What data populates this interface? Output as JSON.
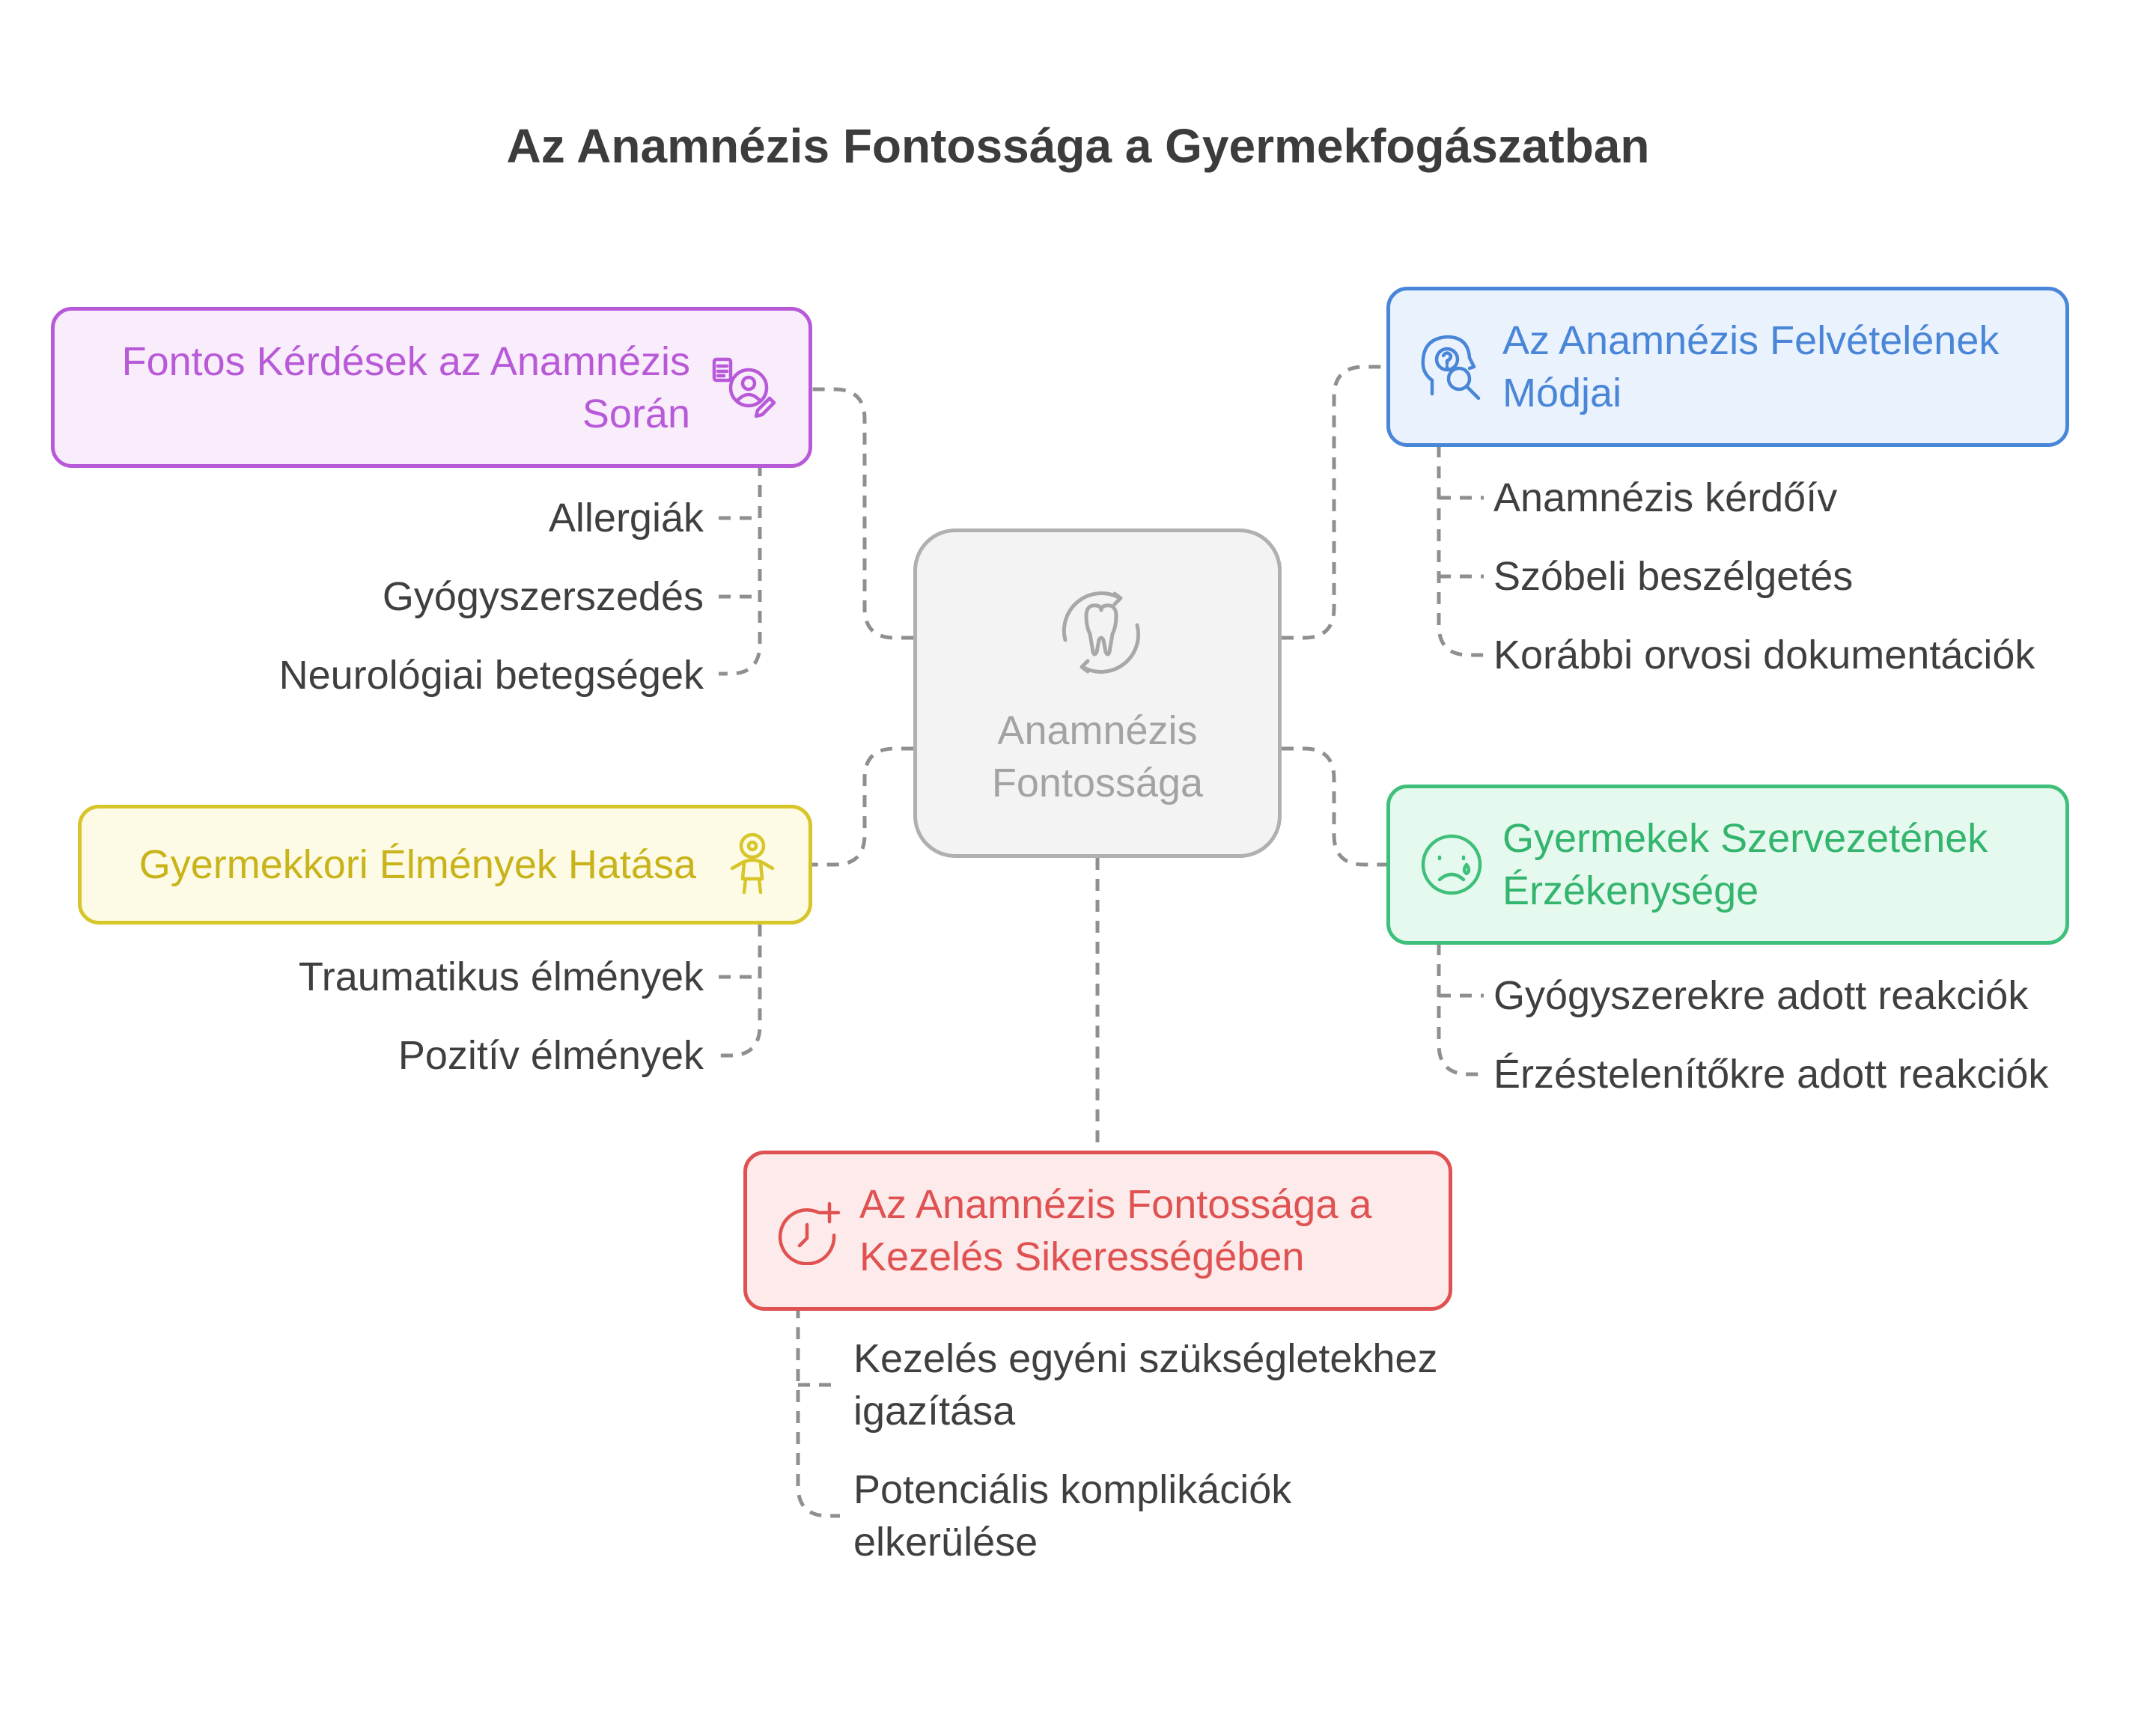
{
  "title": "Az Anamnézis Fontossága a Gyermekfogászatban",
  "colors": {
    "purple": "#b85ad8",
    "blue": "#4a86d8",
    "yellow": "#d7c52a",
    "green": "#3fc07a",
    "red": "#e05252",
    "gray": "#b0b0b0",
    "connector": "#8f8f8f"
  },
  "center": {
    "label": "Anamnézis Fontossága",
    "icon": "tooth-cycle-icon"
  },
  "topics": {
    "questions": {
      "label": "Fontos Kérdések az Anamnézis Során",
      "icon": "patient-checklist-icon",
      "items": [
        "Allergiák",
        "Gyógyszerszedés",
        "Neurológiai betegségek"
      ]
    },
    "methods": {
      "label": "Az Anamnézis Felvételének Módjai",
      "icon": "head-search-icon",
      "items": [
        "Anamnézis kérdőív",
        "Szóbeli beszélgetés",
        "Korábbi orvosi dokumentációk"
      ]
    },
    "experiences": {
      "label": "Gyermekkori Élmények Hatása",
      "icon": "child-icon",
      "items": [
        "Traumatikus élmények",
        "Pozitív élmények"
      ]
    },
    "sensitivity": {
      "label": "Gyermekek Szervezetének Érzékenysége",
      "icon": "sad-face-icon",
      "items": [
        "Gyógyszerekre adott reakciók",
        "Érzéstelenítőkre adott reakciók"
      ]
    },
    "success": {
      "label": "Az Anamnézis Fontossága a Kezelés Sikerességében",
      "icon": "clock-plus-icon",
      "items": [
        "Kezelés egyéni szükségletekhez igazítása",
        "Potenciális komplikációk elkerülése"
      ]
    }
  }
}
